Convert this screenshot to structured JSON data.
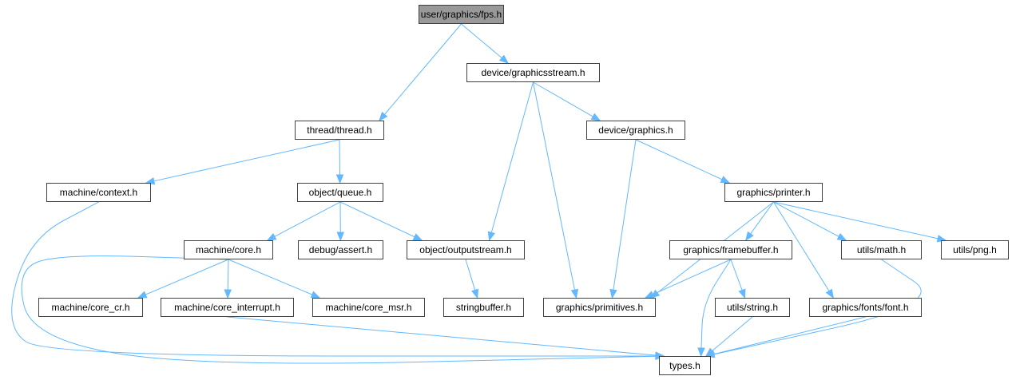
{
  "colors": {
    "edge": "#63b8ff",
    "border": "#404040",
    "root_fill": "#999999",
    "node_fill": "#ffffff"
  },
  "nodes": {
    "fps": "user/graphics/fps.h",
    "thread": "thread/thread.h",
    "graphicsstream": "device/graphicsstream.h",
    "context": "machine/context.h",
    "queue": "object/queue.h",
    "graphics": "device/graphics.h",
    "core": "machine/core.h",
    "assert": "debug/assert.h",
    "outputstream": "object/outputstream.h",
    "printer": "graphics/printer.h",
    "core_cr": "machine/core_cr.h",
    "core_interrupt": "machine/core_interrupt.h",
    "core_msr": "machine/core_msr.h",
    "stringbuffer": "stringbuffer.h",
    "primitives": "graphics/primitives.h",
    "framebuffer": "graphics/framebuffer.h",
    "math": "utils/math.h",
    "png": "utils/png.h",
    "string": "utils/string.h",
    "font": "graphics/fonts/font.h",
    "types": "types.h"
  },
  "edges": [
    [
      "fps",
      "thread"
    ],
    [
      "fps",
      "graphicsstream"
    ],
    [
      "thread",
      "context"
    ],
    [
      "thread",
      "queue"
    ],
    [
      "graphicsstream",
      "graphics"
    ],
    [
      "graphicsstream",
      "outputstream"
    ],
    [
      "graphicsstream",
      "primitives"
    ],
    [
      "context",
      "types"
    ],
    [
      "queue",
      "core"
    ],
    [
      "queue",
      "assert"
    ],
    [
      "queue",
      "outputstream"
    ],
    [
      "graphics",
      "printer"
    ],
    [
      "graphics",
      "primitives"
    ],
    [
      "core",
      "core_cr"
    ],
    [
      "core",
      "core_interrupt"
    ],
    [
      "core",
      "core_msr"
    ],
    [
      "core",
      "types"
    ],
    [
      "outputstream",
      "stringbuffer"
    ],
    [
      "printer",
      "primitives"
    ],
    [
      "printer",
      "framebuffer"
    ],
    [
      "printer",
      "math"
    ],
    [
      "printer",
      "png"
    ],
    [
      "printer",
      "font"
    ],
    [
      "framebuffer",
      "primitives"
    ],
    [
      "framebuffer",
      "string"
    ],
    [
      "framebuffer",
      "types"
    ],
    [
      "core_interrupt",
      "types"
    ],
    [
      "string",
      "types"
    ],
    [
      "font",
      "types"
    ],
    [
      "math",
      "types"
    ]
  ]
}
